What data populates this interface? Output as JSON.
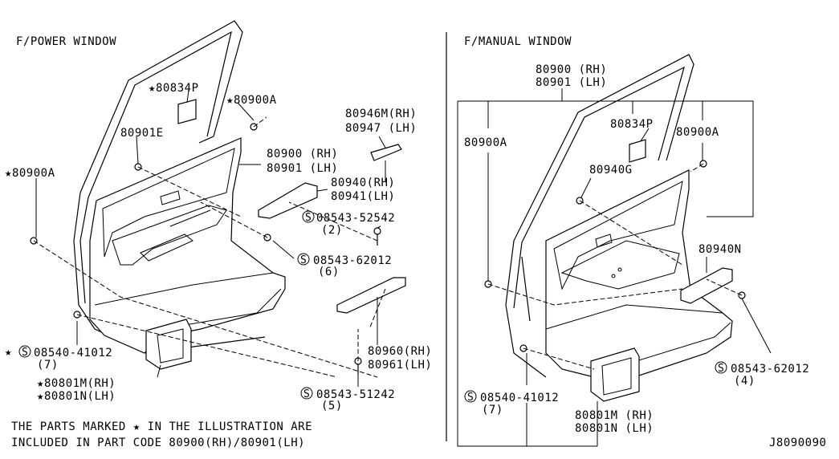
{
  "diagram": {
    "code": "J8090090",
    "left_panel": {
      "title": "F/POWER WINDOW",
      "labels": {
        "p80834P": "80834P",
        "p80900A_top": "80900A",
        "p80901E": "80901E",
        "p80900A_left": "80900A",
        "p80946M": "80946M(RH)",
        "p80947": "80947 (LH)",
        "p80900": "80900 (RH)",
        "p80901": "80901 (LH)",
        "p80940": "80940(RH)",
        "p80941": "80941(LH)",
        "s52542": "08543-52542",
        "s52542_qty": "(2)",
        "s62012": "08543-62012",
        "s62012_qty": "(6)",
        "s41012": "08540-41012",
        "s41012_qty": "(7)",
        "p80801M": "80801M(RH)",
        "p80801N": "80801N(LH)",
        "p80960": "80960(RH)",
        "p80961": "80961(LH)",
        "s51242": "08543-51242",
        "s51242_qty": "(5)"
      },
      "note_line1": "THE PARTS MARKED",
      "note_line1b": "IN THE ILLUSTRATION ARE",
      "note_line2": "INCLUDED IN PART CODE 80900(RH)/80901(LH)",
      "star": "★",
      "screw_symbol": "S"
    },
    "right_panel": {
      "title": "F/MANUAL WINDOW",
      "labels": {
        "p80900": "80900 (RH)",
        "p80901": "80901 (LH)",
        "p80834P": "80834P",
        "p80900A_in": "80900A",
        "p80900A_out": "80900A",
        "p80940G": "80940G",
        "p80940N": "80940N",
        "s62012": "08543-62012",
        "s62012_qty": "(4)",
        "s41012": "08540-41012",
        "s41012_qty": "(7)",
        "p80801M": "80801M (RH)",
        "p80801N": "80801N (LH)"
      }
    }
  }
}
